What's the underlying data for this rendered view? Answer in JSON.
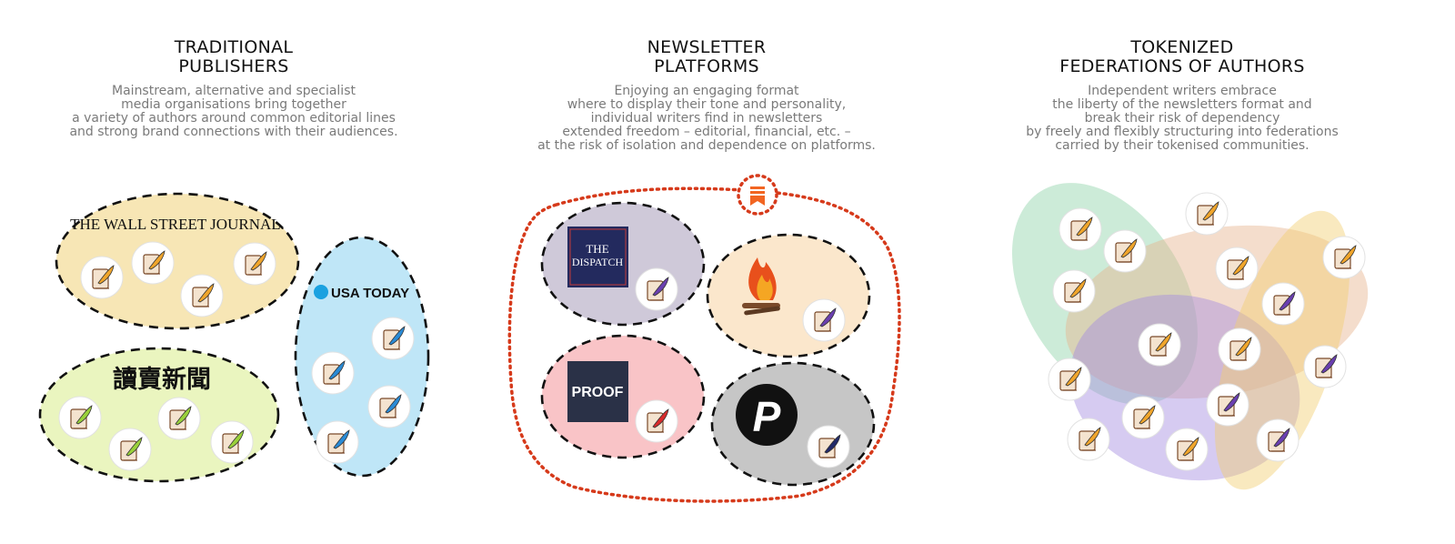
{
  "columns": [
    {
      "title_lines": [
        "TRADITIONAL",
        "PUBLISHERS"
      ],
      "desc_lines": [
        "Mainstream, alternative and specialist",
        "media organisations  bring together",
        "a variety of authors around common editorial lines",
        "and strong brand connections with their audiences."
      ],
      "groups": [
        {
          "logo_text": "THE WALL STREET JOURNAL.",
          "fill": "#f7e6b5"
        },
        {
          "logo_text": "讀賣新聞",
          "fill": "#eaf5bf"
        },
        {
          "logo_text": "USA TODAY",
          "fill": "#bfe6f7"
        }
      ]
    },
    {
      "title_lines": [
        "NEWSLETTER",
        "PLATFORMS"
      ],
      "desc_lines": [
        "Enjoying an engaging format",
        "where to display their tone and personality,",
        "individual writers find in newsletters",
        "extended freedom – editorial, financial, etc. –",
        "at the risk of isolation and dependence on platforms."
      ],
      "groups": [
        {
          "logo_lines": [
            "THE",
            "DISPATCH"
          ],
          "fill": "#cfc9d9"
        },
        {
          "logo_text": "campfire",
          "fill": "#fbe7cc"
        },
        {
          "logo_text": "PROOF",
          "fill": "#f9c4c7"
        },
        {
          "logo_text": "P",
          "fill": "#c6c6c6"
        }
      ],
      "platform_icon": "substack-icon"
    },
    {
      "title_lines": [
        "TOKENIZED",
        "FEDERATIONS OF AUTHORS"
      ],
      "desc_lines": [
        "Independent writers embrace",
        "the liberty of the newsletters format and",
        "break their risk of dependency",
        "by freely and flexibly structuring into federations",
        "carried by their tokenised communities."
      ],
      "federations": [
        {
          "fill": "#8fd3a8"
        },
        {
          "fill": "#e6b48f"
        },
        {
          "fill": "#a38be0"
        },
        {
          "fill": "#f2cf72"
        }
      ]
    }
  ],
  "author_icon": "quill-scroll-icon",
  "colors": {
    "dashed_border": "#111111",
    "platform_border": "#d63a1b",
    "dispatch_bg": "#232a5e",
    "proof_bg": "#2a3147"
  }
}
